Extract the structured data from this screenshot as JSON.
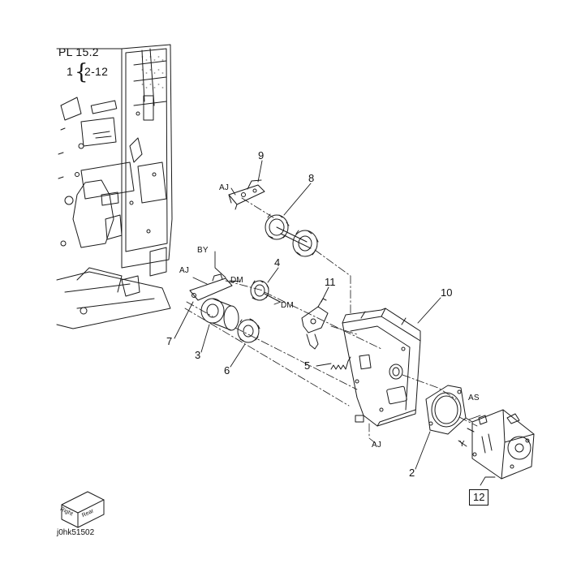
{
  "header": {
    "plate": "PL 15.2",
    "ref_index": "1",
    "ref_range": "2-12"
  },
  "callouts": {
    "n2": "2",
    "n3": "3",
    "n4": "4",
    "n5": "5",
    "n6": "6",
    "n7": "7",
    "n8": "8",
    "n9": "9",
    "n10": "10",
    "n11": "11",
    "n12": "12"
  },
  "letters": {
    "aj_top": "AJ",
    "aj_mid": "AJ",
    "aj_bottom": "AJ",
    "by": "BY",
    "dm_upper": "DM",
    "dm_lower": "DM",
    "as": "AS",
    "y": "Y"
  },
  "orientation_cube": {
    "right": "Right",
    "rear": "Rear"
  },
  "footer": {
    "drawing_code": "j0hk51502"
  }
}
